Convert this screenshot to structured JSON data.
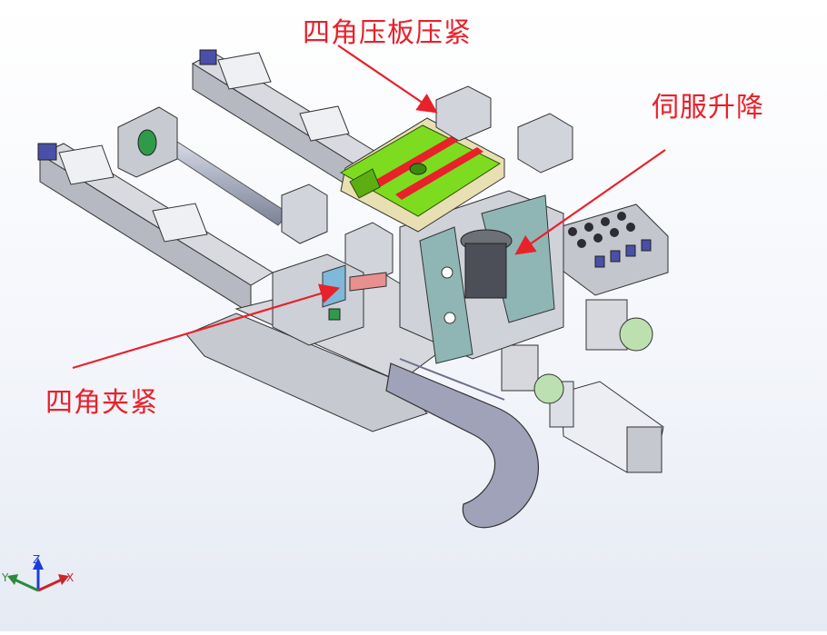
{
  "annotations": {
    "top": "四角压板压紧",
    "right": "伺服升降",
    "left": "四角夹紧"
  },
  "axes": {
    "x": "X",
    "y": "Y",
    "z": "Z"
  },
  "colors": {
    "annotation": "#e8212b",
    "plate_green": "#7ddc1f",
    "frame_grey": "#b9bcc4",
    "teal_bracket": "#8fb6b4",
    "cable_chain": "#9fa2b8"
  }
}
